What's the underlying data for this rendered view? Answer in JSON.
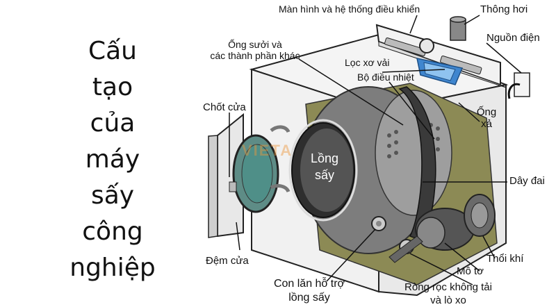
{
  "title_lines": [
    "Cấu",
    "tạo",
    "của",
    "máy",
    "sấy",
    "công",
    "nghiệp"
  ],
  "labels": {
    "control_panel": "Màn hình và hệ thống điều khiển",
    "vent": "Thông hơi",
    "power": "Nguồn điện",
    "heater": [
      "Ống sưởi và",
      "các thành phần khác"
    ],
    "lint_filter": "Lọc xơ vải",
    "thermostat": "Bộ điều nhiệt",
    "exhaust": [
      "Ống",
      "xả"
    ],
    "door_latch": "Chốt cửa",
    "drum": [
      "Lồng",
      "sấy"
    ],
    "belt": "Dây đai",
    "blower": "Thổi khí",
    "motor": "Mô tơ",
    "door_seal": "Đệm cửa",
    "drum_roller": [
      "Con lăn hỗ trợ",
      "lồng sấy"
    ],
    "idler": [
      "Ròng rọc không tải",
      "và lò xo"
    ]
  },
  "watermark": "VIETA"
}
